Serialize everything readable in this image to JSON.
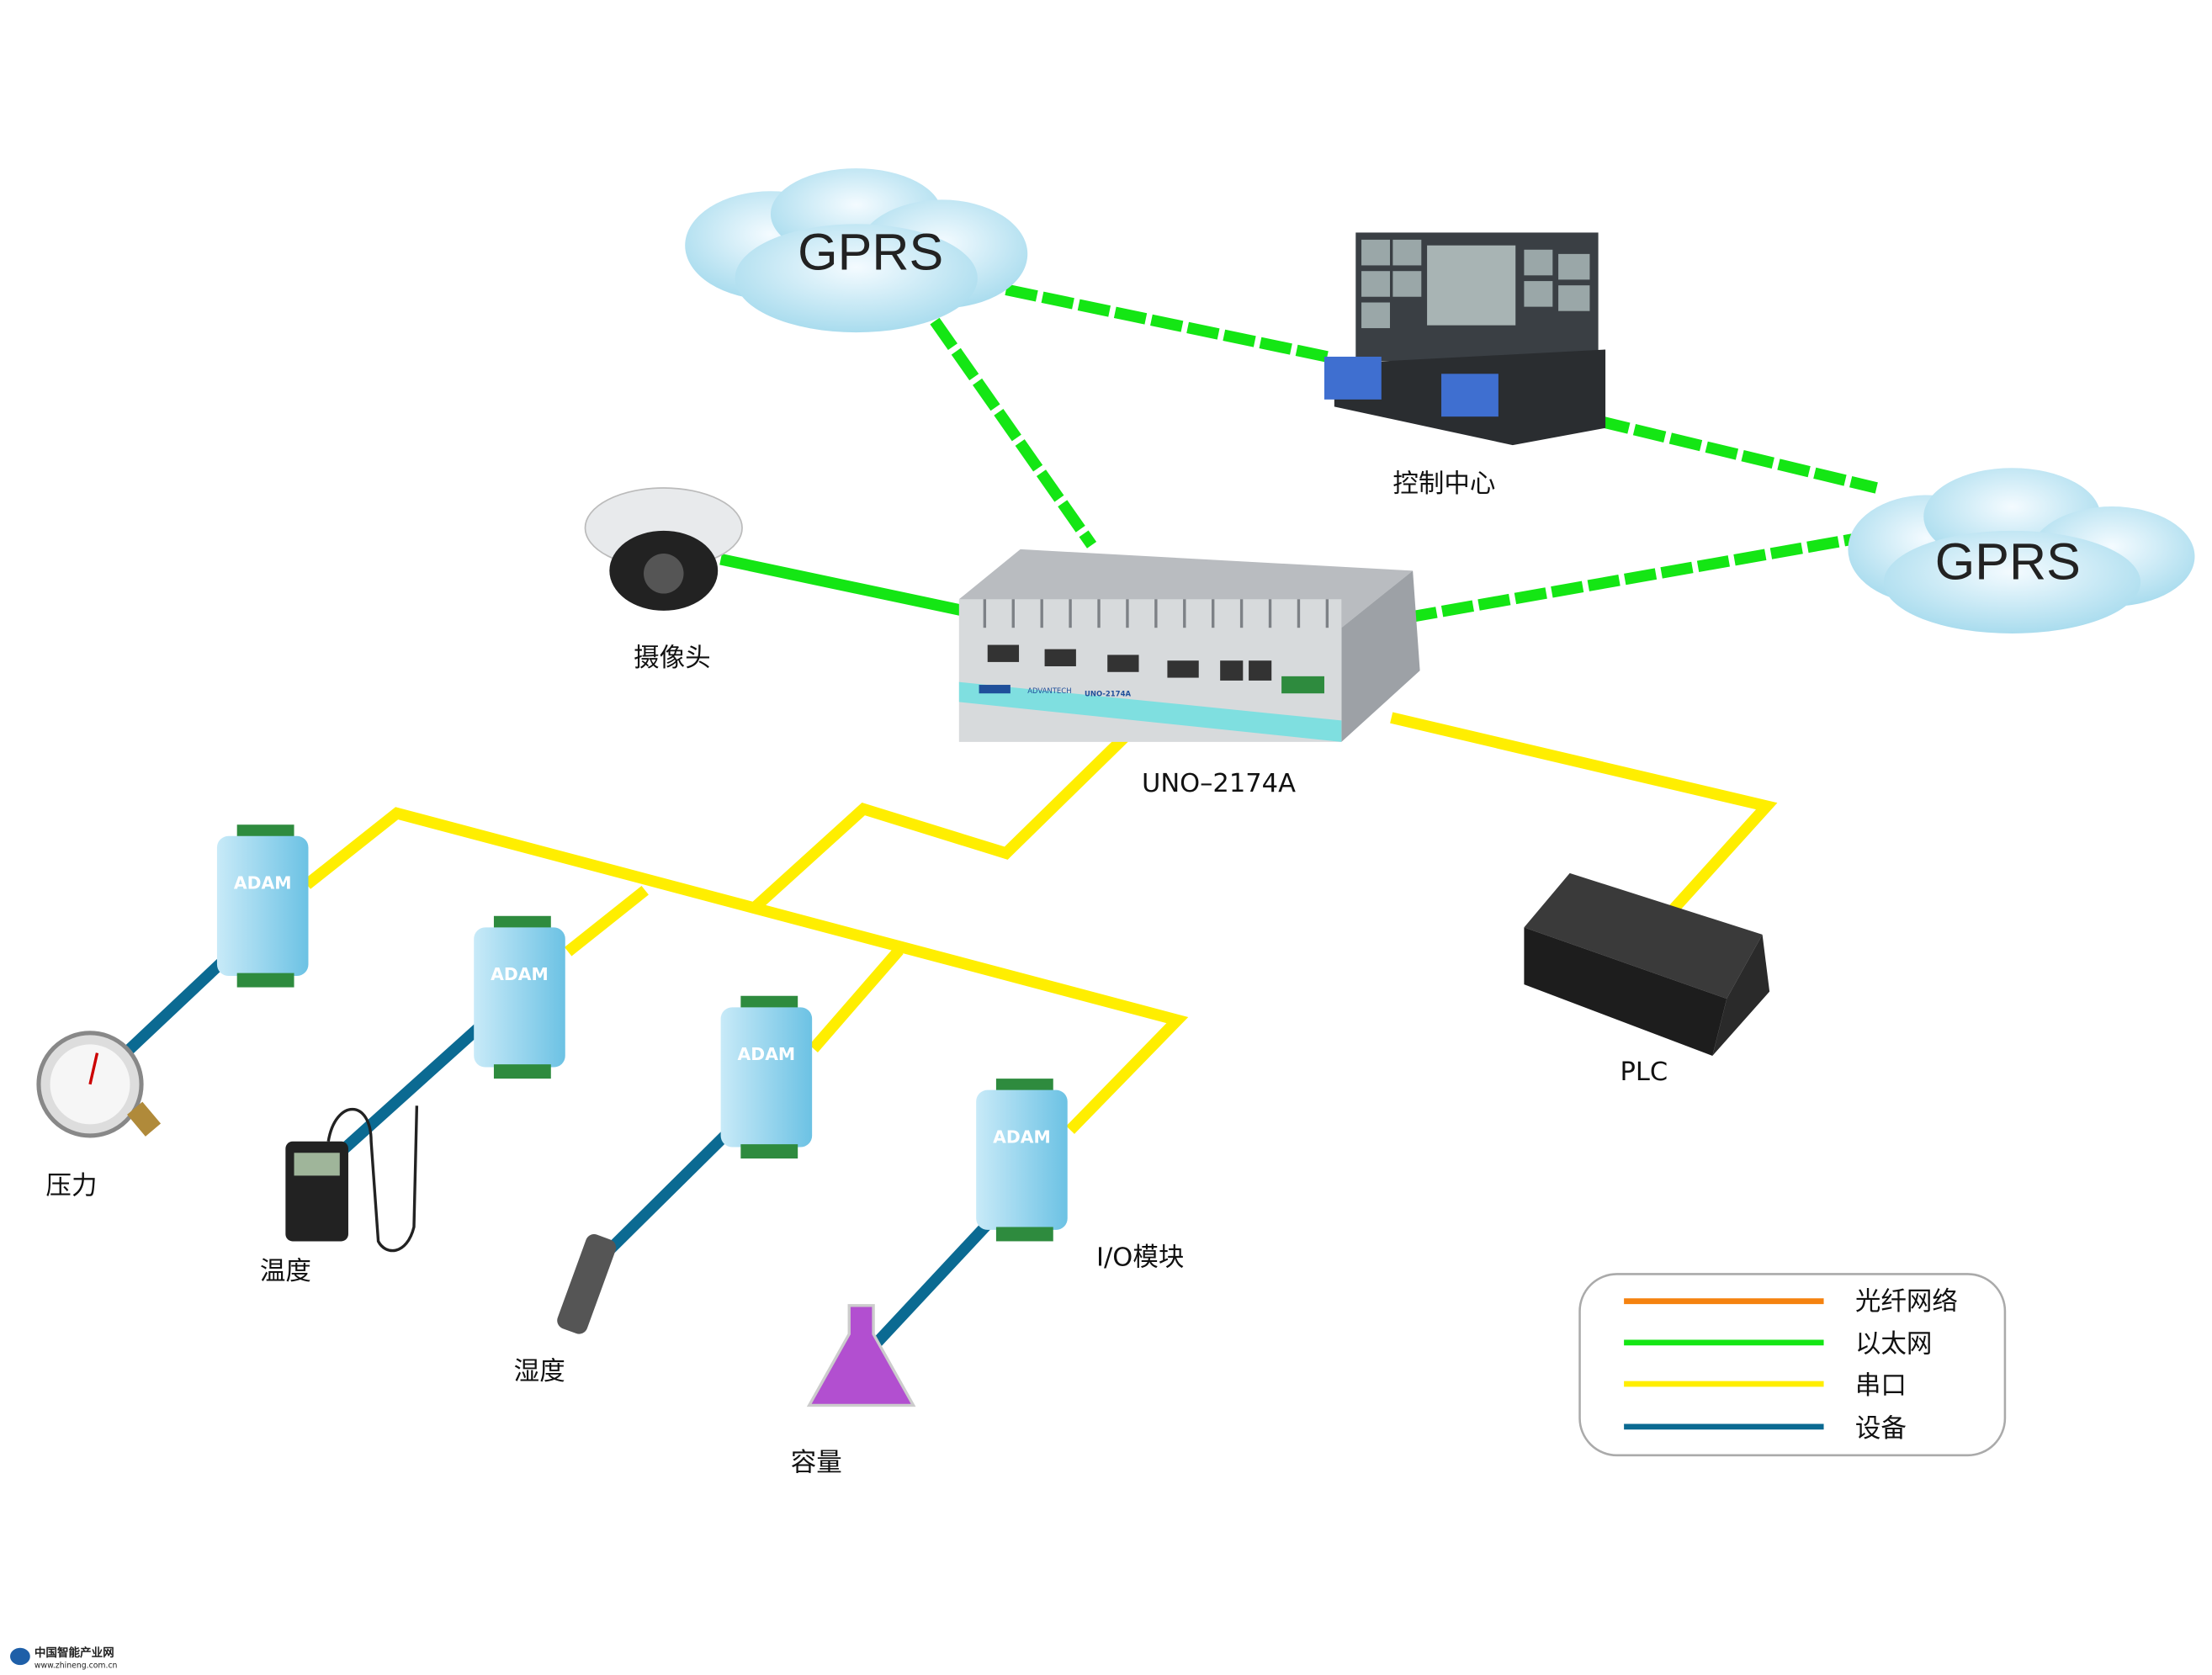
{
  "colors": {
    "fiber": "#f5820f",
    "ethernet": "#14e614",
    "serial": "#ffee00",
    "device": "#0b6a92"
  },
  "clouds": [
    {
      "label": "GPRS"
    },
    {
      "label": "GPRS"
    }
  ],
  "nodes": {
    "control_center": "控制中心",
    "camera": "摄像头",
    "gateway": "UNO–2174A",
    "gateway_brand": "ADVANTECH",
    "gateway_model": "UNO-2174A",
    "plc": "PLC",
    "io_module": "I/O模块",
    "module_brand": "ADAM",
    "pressure": "压力",
    "temperature": "温度",
    "humidity": "湿度",
    "capacity": "容量"
  },
  "legend": [
    {
      "label": "光纤网络",
      "color": "#f5820f"
    },
    {
      "label": "以太网",
      "color": "#14e614"
    },
    {
      "label": "串口",
      "color": "#ffee00"
    },
    {
      "label": "设备",
      "color": "#0b6a92"
    }
  ],
  "watermark": {
    "name": "中国智能产业网",
    "url": "www.zhineng.com.cn"
  }
}
